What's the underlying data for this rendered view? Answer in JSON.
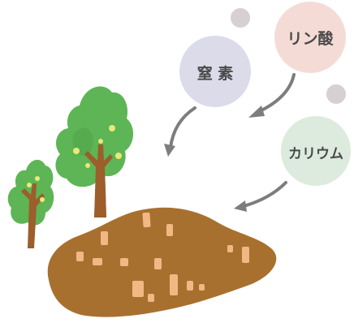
{
  "nutrients": {
    "phosphoric_acid": {
      "label": "リン酸",
      "color": "#f5dbd6"
    },
    "nitrogen": {
      "label": "窒 素",
      "color": "#dcdbea"
    },
    "potassium": {
      "label": "カリウム",
      "color": "#dcebdd"
    }
  },
  "colors": {
    "small_dot": "#d6d0d2",
    "arrow": "#7d7d7d",
    "soil": "#a8702f",
    "soil_chunk": "#f2b782",
    "tree_foliage": "#5db555",
    "tree_foliage_shade": "#4fa24a",
    "tree_trunk": "#9c5e2b",
    "fruit": "#e9e87a"
  },
  "icons": {
    "tree": "tree-icon",
    "soil": "soil-mound-icon"
  }
}
